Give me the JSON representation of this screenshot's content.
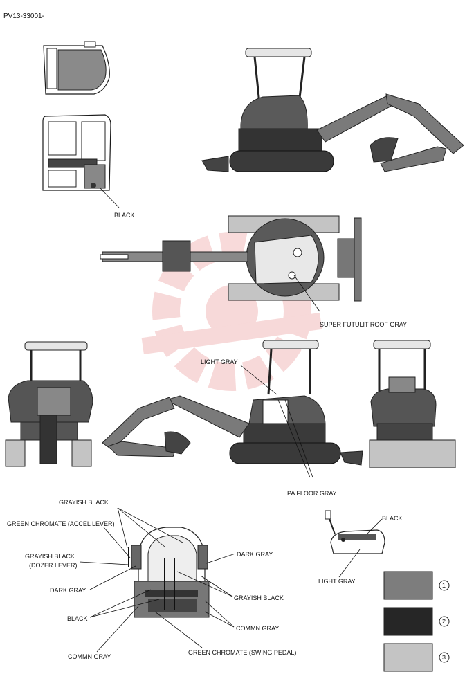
{
  "header": {
    "code": "PV13-33001-"
  },
  "labels": {
    "black_cab": "BLACK",
    "roof_gray": "SUPER FUTULIT ROOF GRAY",
    "light_gray_side": "LIGHT GRAY",
    "pa_floor_gray": "PA  FLOOR  GRAY",
    "grayish_black_top": "GRAYISH BLACK",
    "green_chromate_accel": "GREEN CHROMATE  (ACCEL LEVER)",
    "grayish_black_dozer_1": "GRAYISH BLACK",
    "grayish_black_dozer_2": "(DOZER LEVER)",
    "dark_gray_left": "DARK GRAY",
    "black_left": "BLACK",
    "commn_gray_left": "COMMN  GRAY",
    "green_chromate_swing": "GREEN CHROMATE  (SWING PEDAL)",
    "dark_gray_right": "DARK GRAY",
    "grayish_black_right": "GRAYISH BLACK",
    "commn_gray_right": "COMMN  GRAY",
    "black_lever": "BLACK",
    "light_gray_lever": "LIGHT GRAY"
  },
  "swatches": [
    {
      "number": "1",
      "color": "#7d7d7d"
    },
    {
      "number": "2",
      "color": "#262626"
    },
    {
      "number": "3",
      "color": "#c4c4c4"
    }
  ],
  "colors": {
    "ink": "#111111",
    "watermark": "#e26a6a",
    "roof": "#e6e6e6",
    "track": "#3a3a3a",
    "body": "#5a5a5a"
  }
}
